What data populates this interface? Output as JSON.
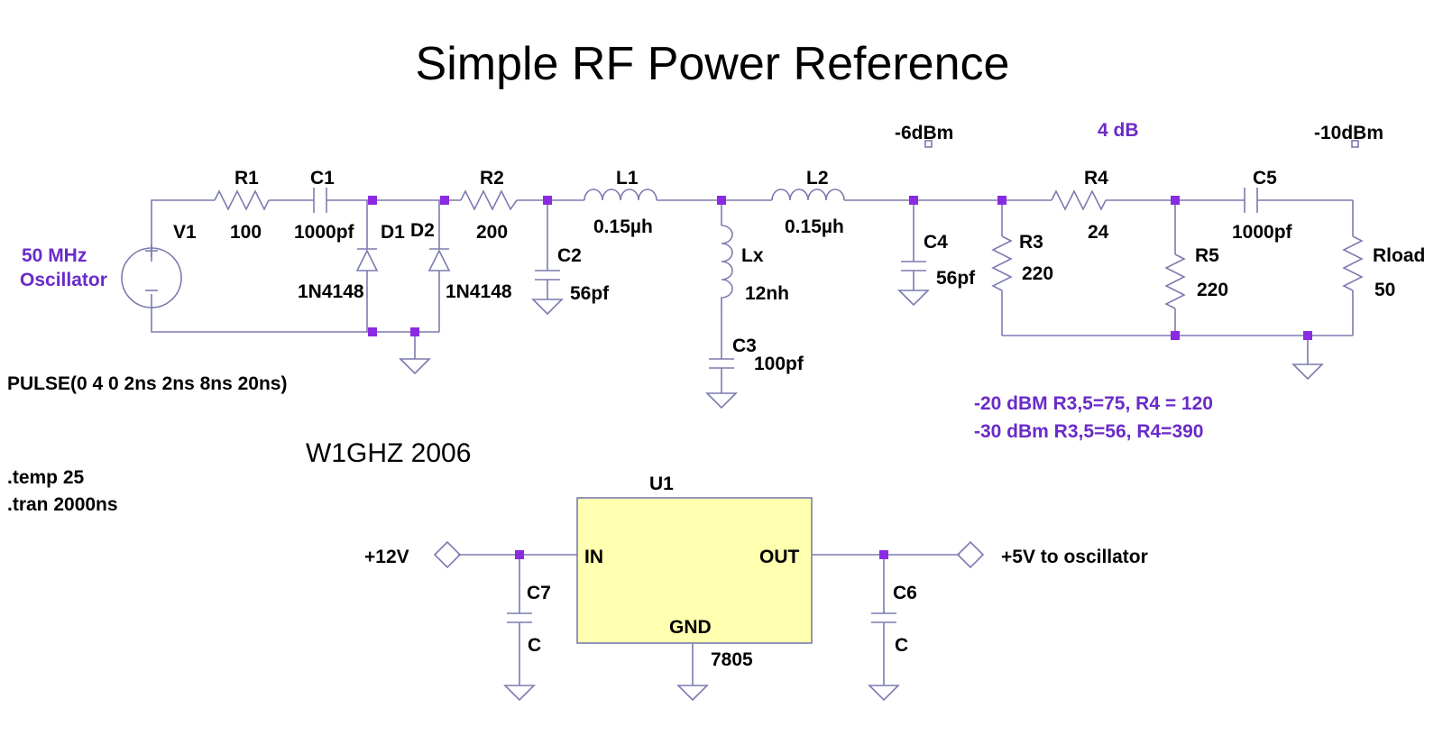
{
  "title": "Simple RF Power Reference",
  "author": "W1GHZ 2006",
  "source": {
    "name": "V1",
    "desc_line1": "50 MHz",
    "desc_line2": "Oscillator"
  },
  "components": {
    "r1": {
      "ref": "R1",
      "value": "100"
    },
    "c1": {
      "ref": "C1",
      "value": "1000pf"
    },
    "d1": {
      "ref": "D1",
      "value": "1N4148"
    },
    "d2": {
      "ref": "D2",
      "value": "1N4148"
    },
    "r2": {
      "ref": "R2",
      "value": "200"
    },
    "c2": {
      "ref": "C2",
      "value": "56pf"
    },
    "l1": {
      "ref": "L1",
      "value": "0.15µh"
    },
    "lx": {
      "ref": "Lx",
      "value": "12nh"
    },
    "c3": {
      "ref": "C3",
      "value": "100pf"
    },
    "l2": {
      "ref": "L2",
      "value": "0.15µh"
    },
    "c4": {
      "ref": "C4",
      "value": "56pf"
    },
    "r3": {
      "ref": "R3",
      "value": "220"
    },
    "r4": {
      "ref": "R4",
      "value": "24"
    },
    "r5": {
      "ref": "R5",
      "value": "220"
    },
    "c5": {
      "ref": "C5",
      "value": "1000pf"
    },
    "rload": {
      "ref": "Rload",
      "value": "50"
    },
    "u1": {
      "ref": "U1",
      "value": "7805",
      "pin_in": "IN",
      "pin_out": "OUT",
      "pin_gnd": "GND"
    },
    "c7": {
      "ref": "C7",
      "value": "C"
    },
    "c6": {
      "ref": "C6",
      "value": "C"
    }
  },
  "net_labels": {
    "minus6": "-6dBm",
    "atten": "4 dB",
    "minus10": "-10dBm",
    "vin": "+12V",
    "vout": "+5V to oscillator"
  },
  "spice": {
    "pulse": "PULSE(0 4 0 2ns 2ns 8ns 20ns)",
    "temp": ".temp 25",
    "tran": ".tran 2000ns"
  },
  "notes": {
    "line1": "-20 dBM R3,5=75, R4 = 120",
    "line2": "-30 dBm R3,5=56, R4=390"
  },
  "colors": {
    "wire": "#7b7bb0",
    "node": "#8a2be2",
    "annotation": "#6a2bc8",
    "ic_fill": "#ffffb0"
  }
}
